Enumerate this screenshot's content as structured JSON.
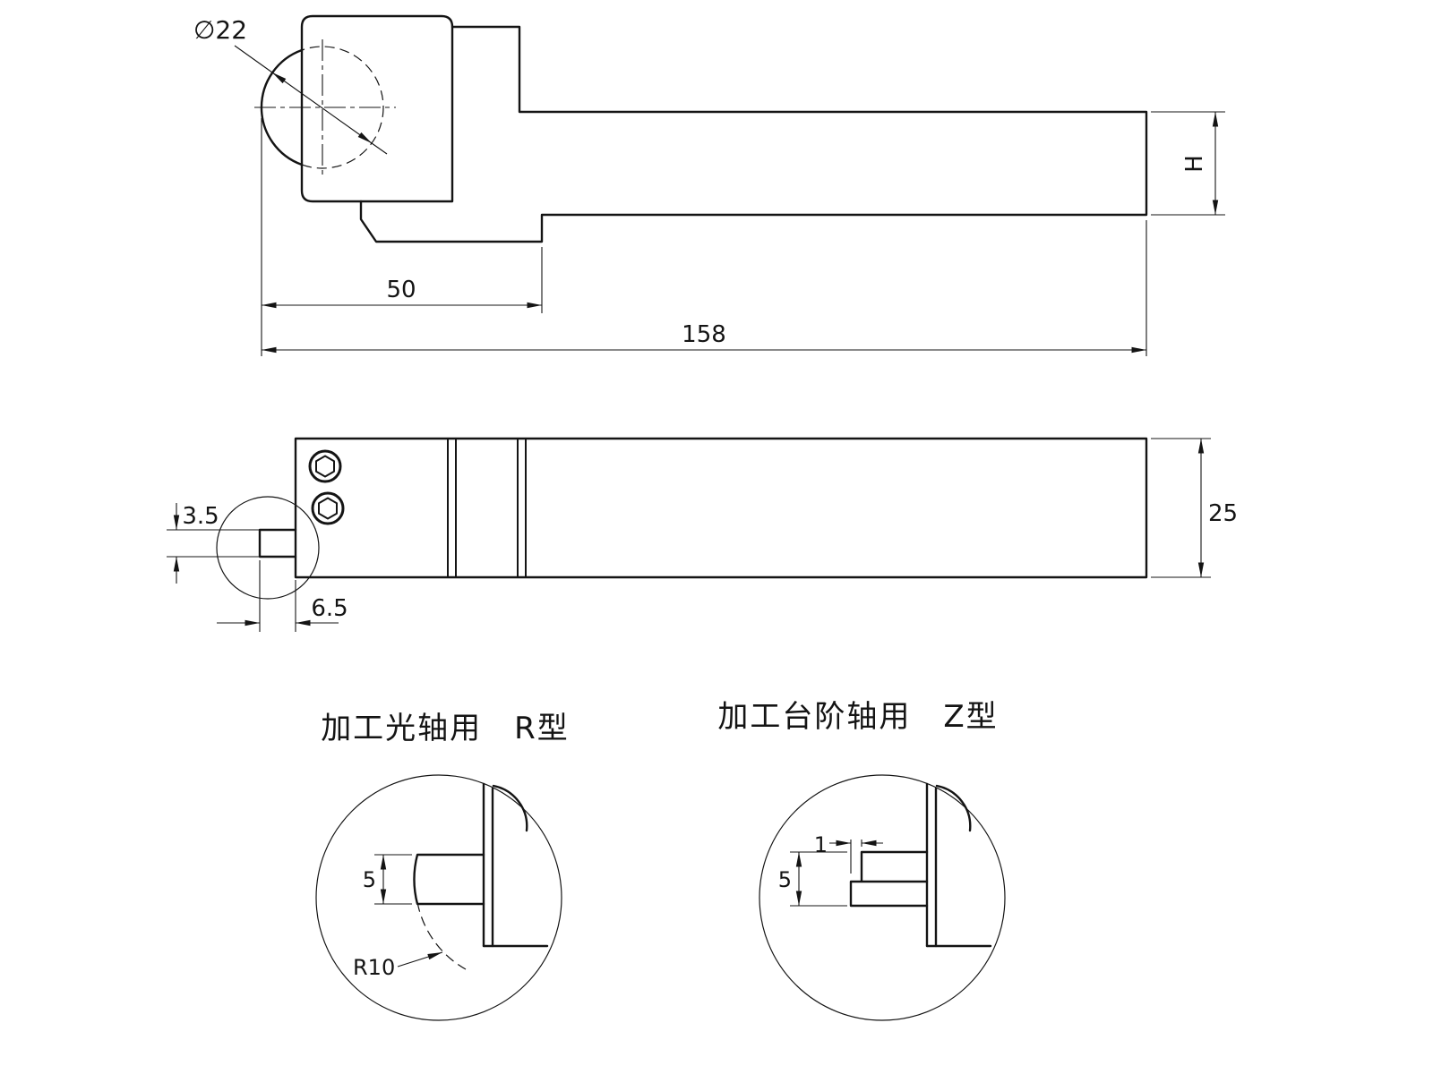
{
  "side_view": {
    "labels": {
      "diameter": "∅22",
      "head_length": "50",
      "total_length": "158",
      "shank_height": "H"
    }
  },
  "plan_view": {
    "labels": {
      "tab_width": "3.5",
      "tab_length": "6.5",
      "bar_width": "25"
    }
  },
  "detail_r": {
    "title": "加工光轴用　R型",
    "labels": {
      "tip_height": "5",
      "tip_radius": "R10"
    }
  },
  "detail_z": {
    "title": "加工台阶轴用　Z型",
    "labels": {
      "tip_height": "5",
      "step_width": "1"
    }
  }
}
